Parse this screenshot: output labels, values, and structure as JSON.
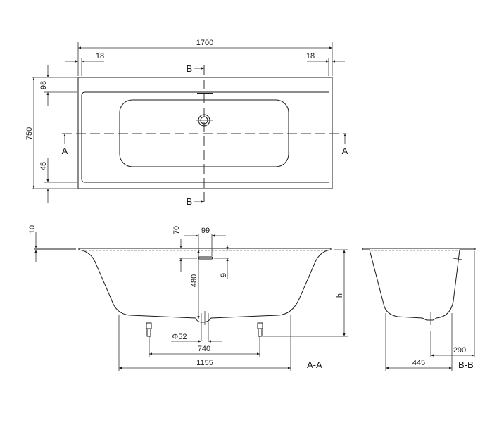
{
  "plan_view": {
    "overall_length": "1700",
    "rim_left": "18",
    "rim_right": "18",
    "overall_width": "750",
    "rim_back": "98",
    "rim_front": "45",
    "section_a_left": "A",
    "section_a_right": "A",
    "section_b_top": "B",
    "section_b_bottom": "B"
  },
  "section_aa": {
    "label": "A-A",
    "rim_thickness": "10",
    "overflow_depth": "70",
    "overflow_offset": "99",
    "overflow_height": "9",
    "depth": "480",
    "height": "h",
    "drain_diameter": "Φ52",
    "feet_spacing": "740",
    "base_length": "1155"
  },
  "section_bb": {
    "label": "B-B",
    "base_width": "445",
    "drain_offset": "290"
  },
  "colors": {
    "line": "#1a1a1a",
    "background": "#ffffff"
  }
}
